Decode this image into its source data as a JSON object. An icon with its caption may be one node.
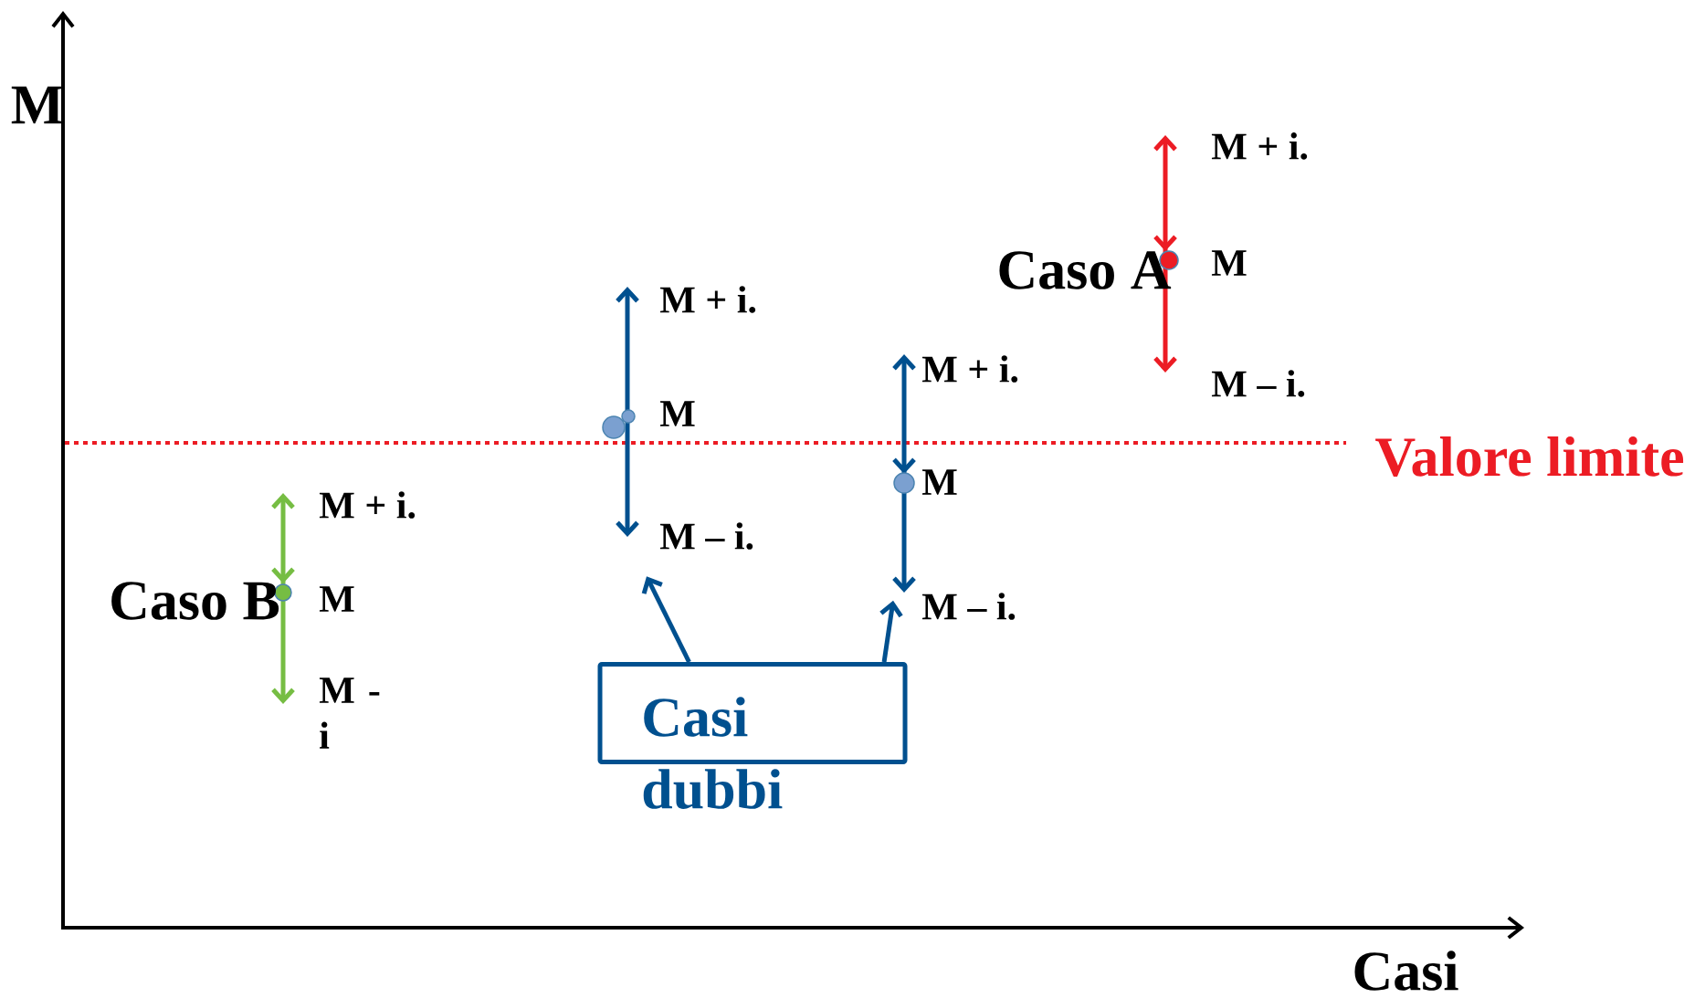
{
  "diagram": {
    "nodes": [
      {
        "text": [],
        "shape": "bar",
        "beside": [
          "M + i.",
          "M",
          "M - i"
        ]
      },
      {
        "text": [],
        "shape": "bar",
        "beside": [
          "M + i.",
          "M",
          "M – i."
        ]
      },
      {
        "text": [],
        "shape": "bar",
        "beside": [
          "M + i.",
          "M",
          "M – i."
        ]
      },
      {
        "text": [],
        "shape": "bar",
        "beside": [
          "M + i.",
          "M",
          "M – i."
        ]
      },
      {
        "text": [
          "Casi dubbi"
        ]
      }
    ],
    "edges": [
      {
        "from": 4,
        "to": 1,
        "arrow": "to"
      },
      {
        "from": 4,
        "to": 2,
        "arrow": "to"
      }
    ],
    "labels": [
      "M",
      "Caso A",
      "Valore limite",
      "Caso B",
      "Casi"
    ]
  }
}
